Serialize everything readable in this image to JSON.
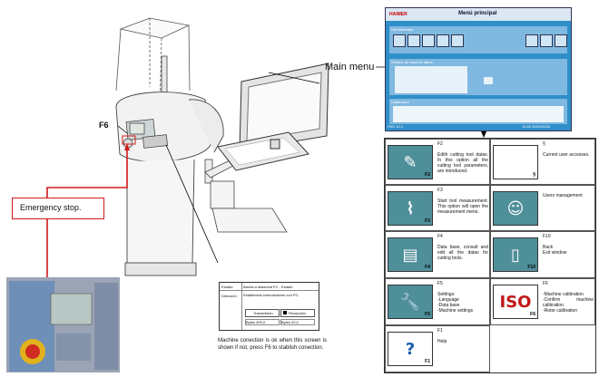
{
  "labels": {
    "main_menu": "Main menu",
    "f6": "F6",
    "emergency": "Emergency stop.",
    "connection_note": "Machine conection is ok when this screen is shown if not, press F6 to stablish conection."
  },
  "main_menu_screen": {
    "brand": "HAIMER",
    "title": "Menú principal",
    "sections": [
      "Herramientas",
      "Gestión de base de datos",
      "Calibración"
    ],
    "footer_left": "PAO 10.1",
    "footer_right": "10:40 30/01/2018"
  },
  "connection_dialog": {
    "row1_label": "Estado",
    "row1_value": "Banda a distancia PC - Estado",
    "row2_label": "Dirección",
    "row2_value": "Establecida comunicación con PC.",
    "transmit_label": "Transmisión",
    "receive_label": "Recepción",
    "bytes_sent": "Bytes 499,0",
    "bytes_recv": "Bytes 32,0"
  },
  "menu_items": [
    {
      "key": "F2",
      "icon": "edit-tool-icon",
      "text": "Edith cutting tool datas. In this option all the cutting tool parameters, are introduced."
    },
    {
      "key": "§",
      "icon": "section-access-icon",
      "text": "Current user accesses."
    },
    {
      "key": "F3",
      "icon": "measurement-icon",
      "text": "Start tool measurement. This option will open the measurement menú."
    },
    {
      "key": "",
      "icon": "users-icon",
      "text": "Users management"
    },
    {
      "key": "F4",
      "icon": "database-icon",
      "text": "Data base, consult and edit all the datas for cutting tools."
    },
    {
      "key": "F10",
      "icon": "exit-door-icon",
      "text": "Back\nExit window"
    },
    {
      "key": "F5",
      "icon": "wrench-icon",
      "text": "Settings:\n-Language\n-Data base\n-Machine settings"
    },
    {
      "key": "F6",
      "icon": "iso-calibration-icon",
      "text": "-Machine calibration\n-Confirm machine calibration\n-Rotor calibration"
    },
    {
      "key": "F1",
      "icon": "help-icon",
      "text": "Help"
    }
  ],
  "colors": {
    "accent_red": "#d11a1a",
    "icon_teal": "#4f8f9a",
    "screen_blue": "#2f8fc9"
  }
}
